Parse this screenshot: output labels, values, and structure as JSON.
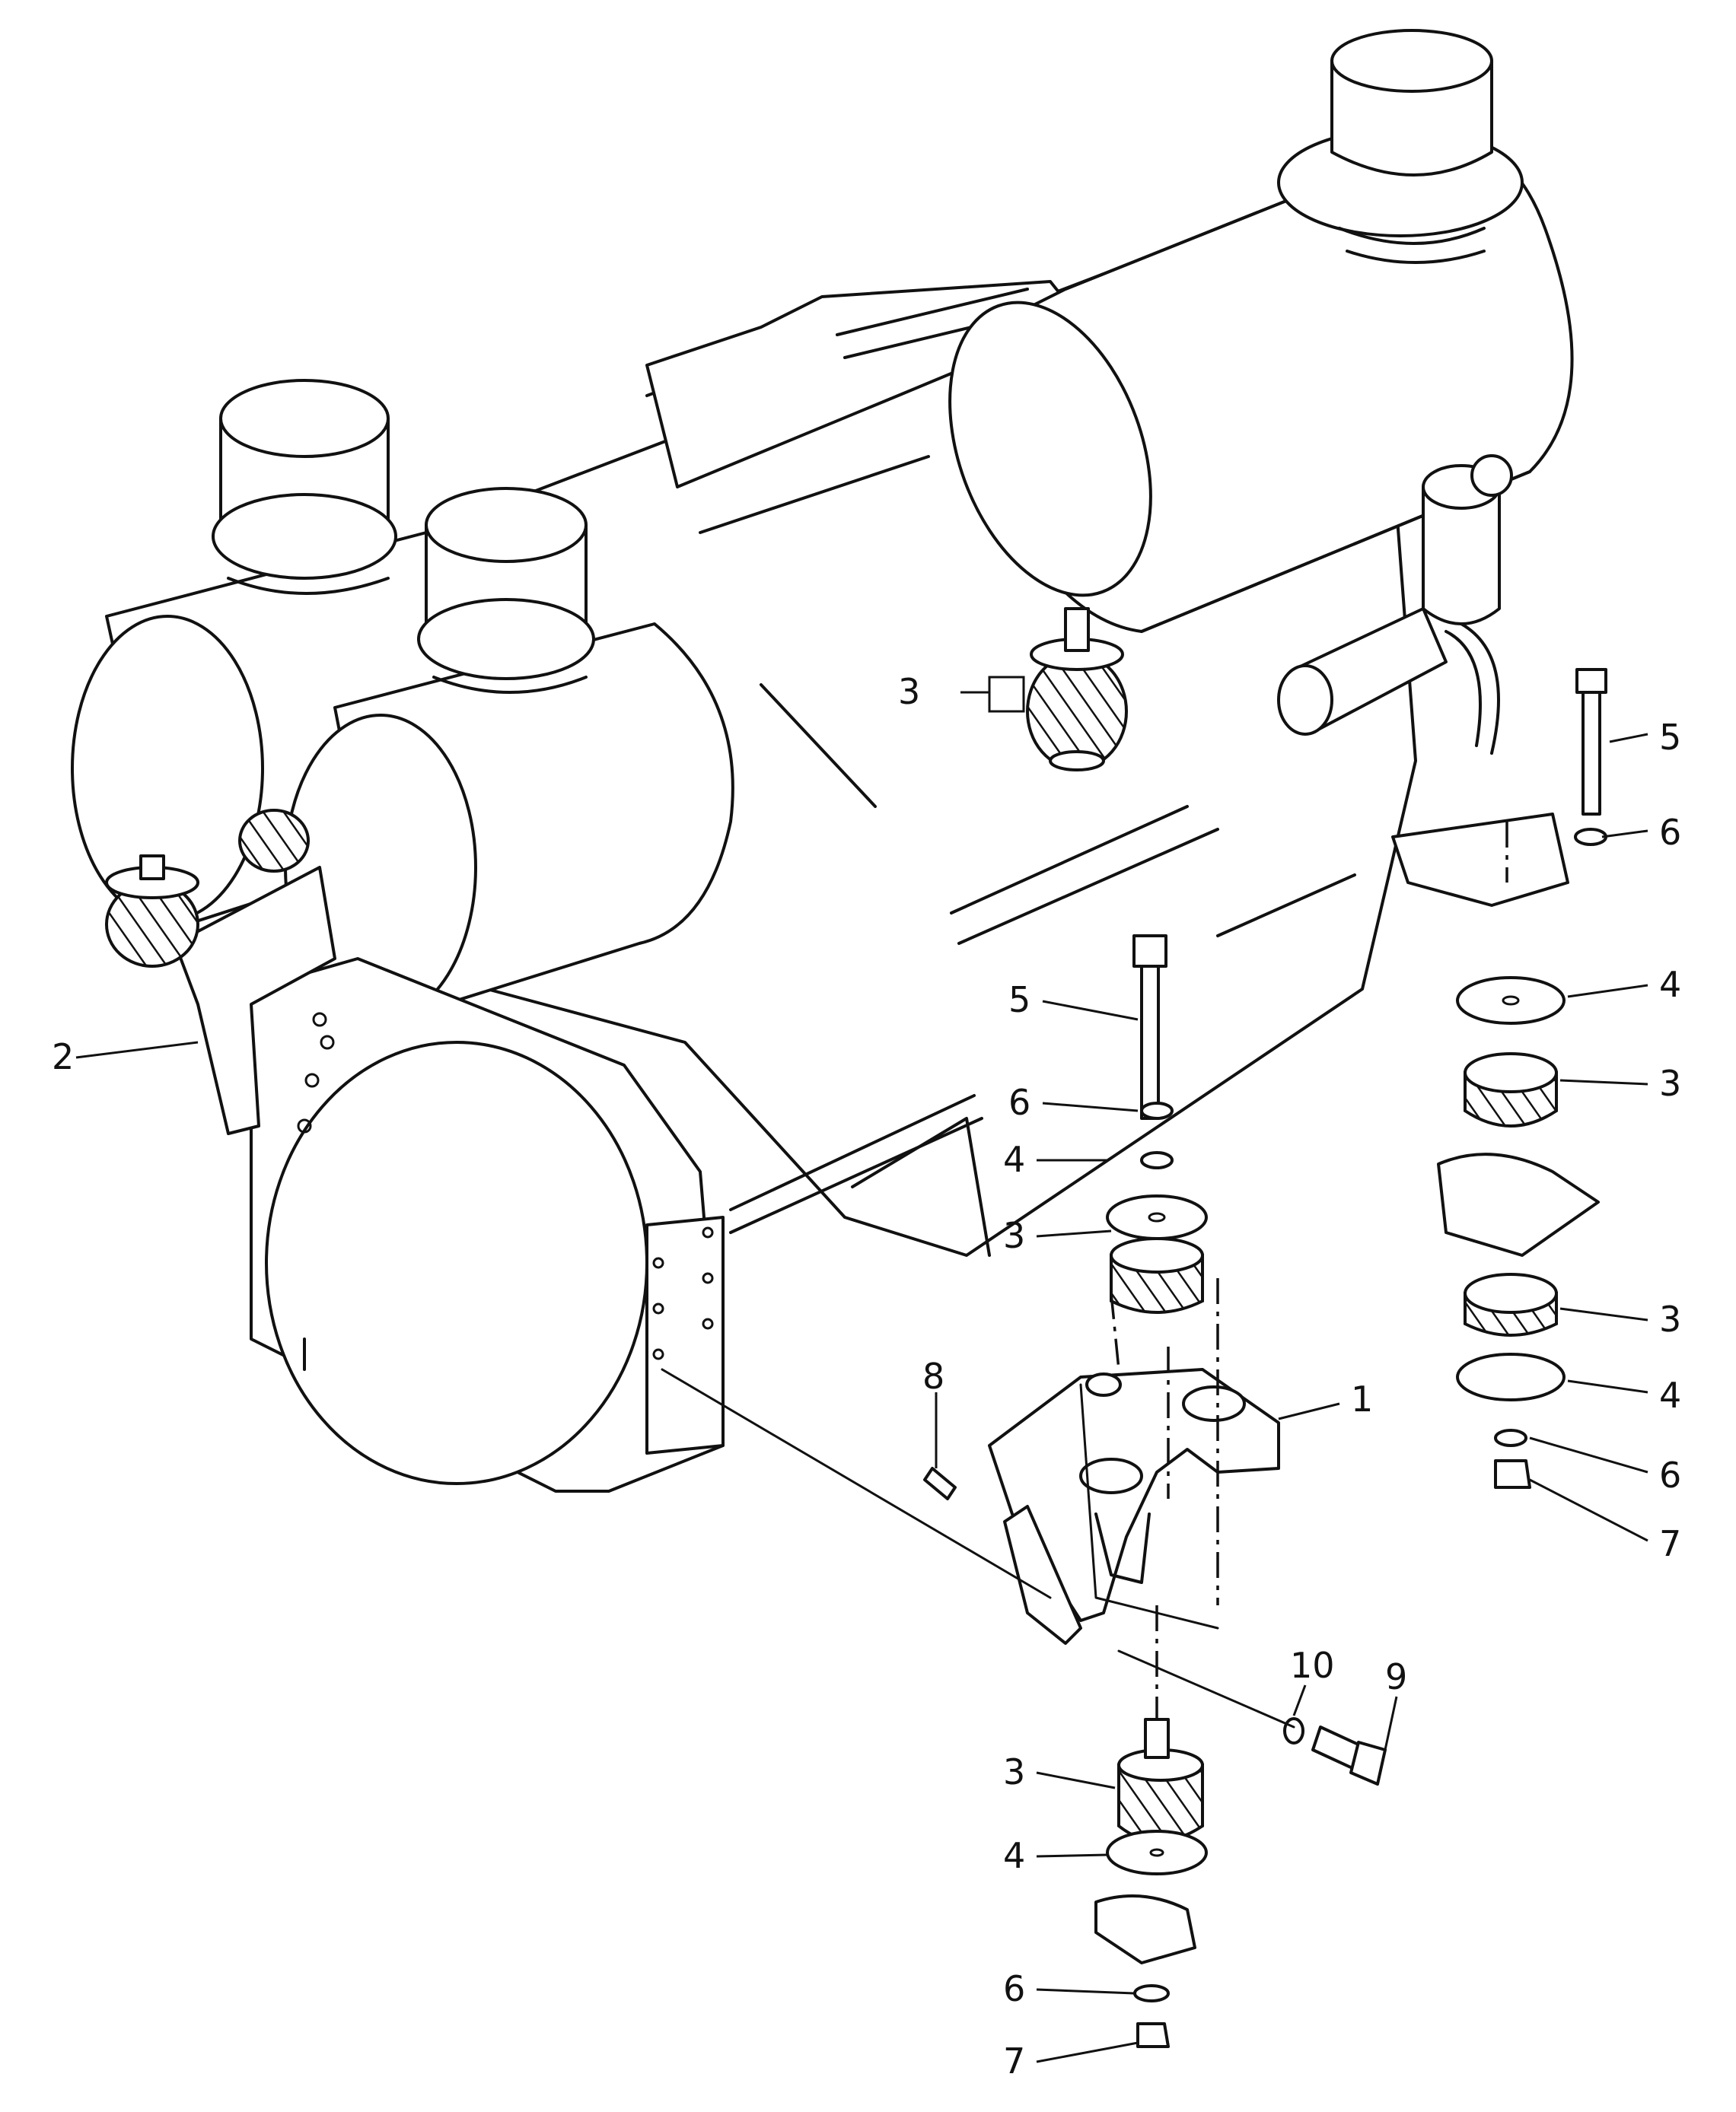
{
  "callouts": [
    {
      "id": "c-3-top",
      "text": "3"
    },
    {
      "id": "c-5-right",
      "text": "5"
    },
    {
      "id": "c-6-right",
      "text": "6"
    },
    {
      "id": "c-4-right-a",
      "text": "4"
    },
    {
      "id": "c-3-right-a",
      "text": "3"
    },
    {
      "id": "c-3-right-b",
      "text": "3"
    },
    {
      "id": "c-4-right-b",
      "text": "4"
    },
    {
      "id": "c-6-right-b",
      "text": "6"
    },
    {
      "id": "c-7-right",
      "text": "7"
    },
    {
      "id": "c-2",
      "text": "2"
    },
    {
      "id": "c-5-mid",
      "text": "5"
    },
    {
      "id": "c-6-mid",
      "text": "6"
    },
    {
      "id": "c-4-mid",
      "text": "4"
    },
    {
      "id": "c-3-mid",
      "text": "3"
    },
    {
      "id": "c-8",
      "text": "8"
    },
    {
      "id": "c-1",
      "text": "1"
    },
    {
      "id": "c-10",
      "text": "10"
    },
    {
      "id": "c-9",
      "text": "9"
    },
    {
      "id": "c-3-bottom",
      "text": "3"
    },
    {
      "id": "c-4-bottom",
      "text": "4"
    },
    {
      "id": "c-6-bottom",
      "text": "6"
    },
    {
      "id": "c-7-bottom",
      "text": "7"
    }
  ]
}
